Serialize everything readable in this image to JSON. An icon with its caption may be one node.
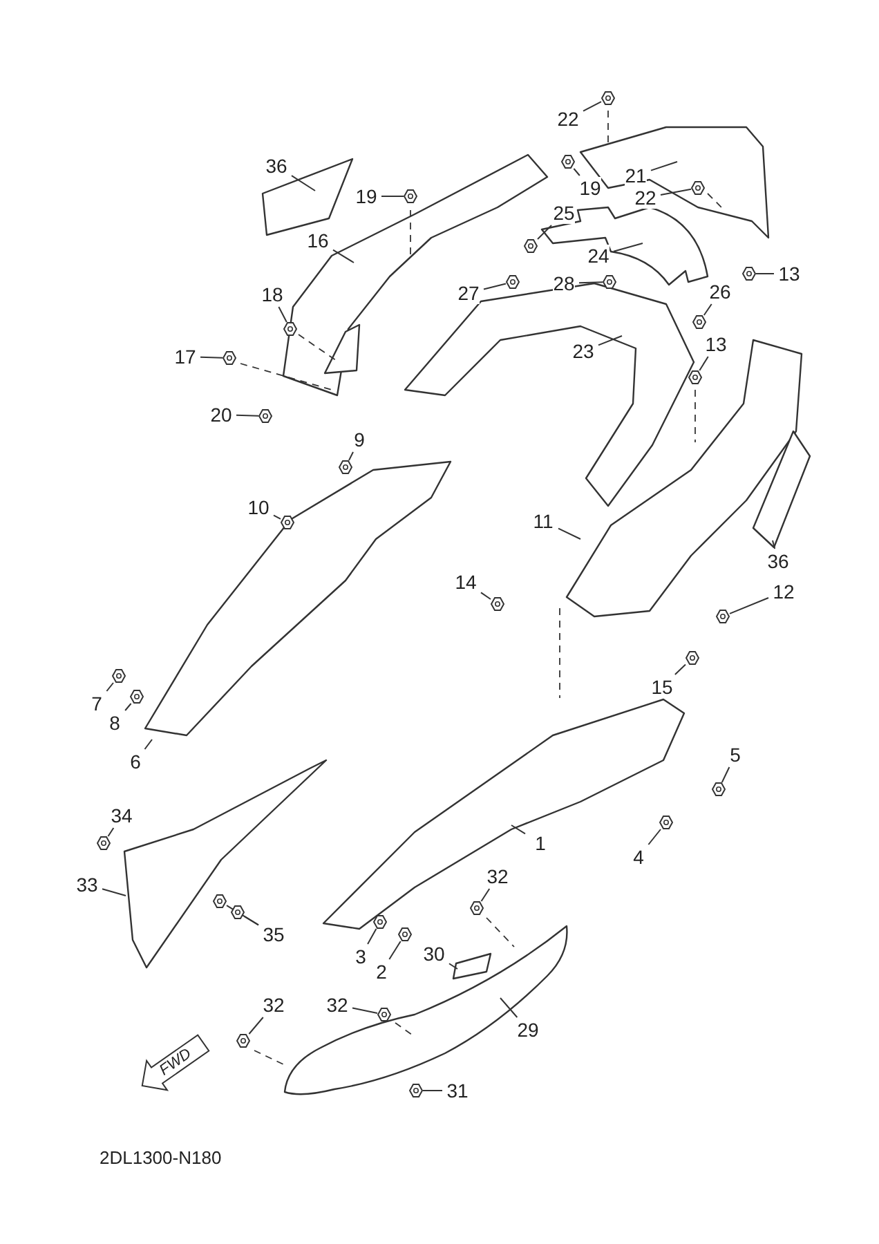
{
  "diagram": {
    "nodes": [
      {
        "text": [
          "36"
        ]
      },
      {
        "text": [
          "19"
        ]
      },
      {
        "text": [
          "16"
        ]
      },
      {
        "text": [
          "18"
        ]
      },
      {
        "text": [
          "17"
        ]
      },
      {
        "text": [
          "20"
        ]
      },
      {
        "text": [
          "22"
        ]
      },
      {
        "text": [
          "19"
        ]
      },
      {
        "text": [
          "21"
        ]
      },
      {
        "text": [
          "22"
        ]
      },
      {
        "text": [
          "25"
        ]
      },
      {
        "text": [
          "24"
        ]
      },
      {
        "text": [
          "27"
        ]
      },
      {
        "text": [
          "28"
        ]
      },
      {
        "text": [
          "26"
        ]
      },
      {
        "text": [
          "13"
        ]
      },
      {
        "text": [
          "13"
        ]
      },
      {
        "text": [
          "23"
        ]
      },
      {
        "text": [
          "9"
        ]
      },
      {
        "text": [
          "10"
        ]
      },
      {
        "text": [
          "11"
        ]
      },
      {
        "text": [
          "14"
        ]
      },
      {
        "text": [
          "12"
        ]
      },
      {
        "text": [
          "36"
        ]
      },
      {
        "text": [
          "15"
        ]
      },
      {
        "text": [
          "7"
        ]
      },
      {
        "text": [
          "8"
        ]
      },
      {
        "text": [
          "6"
        ]
      },
      {
        "text": [
          "5"
        ]
      },
      {
        "text": [
          "4"
        ]
      },
      {
        "text": [
          "1"
        ]
      },
      {
        "text": [
          "34"
        ]
      },
      {
        "text": [
          "33"
        ]
      },
      {
        "text": [
          "35"
        ]
      },
      {
        "text": [
          "32"
        ]
      },
      {
        "text": [
          "3"
        ]
      },
      {
        "text": [
          "2"
        ]
      },
      {
        "text": [
          "30"
        ]
      },
      {
        "text": [
          "32"
        ]
      },
      {
        "text": [
          "32"
        ]
      },
      {
        "text": [
          "29"
        ]
      },
      {
        "text": [
          "31"
        ]
      },
      {
        "text": [
          "FWD"
        ]
      },
      {
        "text": [],
        "shape": "picture"
      },
      {
        "text": [],
        "shape": "picture"
      },
      {
        "text": [],
        "shape": "picture"
      },
      {
        "text": [],
        "shape": "picture"
      },
      {
        "text": [],
        "shape": "picture"
      },
      {
        "text": [],
        "shape": "picture"
      },
      {
        "text": [],
        "shape": "picture"
      },
      {
        "text": [],
        "shape": "picture"
      },
      {
        "text": [],
        "shape": "picture"
      },
      {
        "text": [],
        "shape": "picture"
      },
      {
        "text": [],
        "shape": "picture"
      },
      {
        "text": [],
        "shape": "picture"
      },
      {
        "text": [],
        "shape": "picture"
      },
      {
        "text": [],
        "shape": "picture"
      },
      {
        "text": [],
        "shape": "picture"
      },
      {
        "text": [],
        "shape": "picture"
      },
      {
        "text": [],
        "shape": "picture"
      },
      {
        "text": [],
        "shape": "picture"
      },
      {
        "text": [],
        "shape": "picture"
      },
      {
        "text": [],
        "shape": "picture"
      },
      {
        "text": [],
        "shape": "picture"
      },
      {
        "text": [],
        "shape": "picture"
      },
      {
        "text": [],
        "shape": "picture"
      },
      {
        "text": [],
        "shape": "picture"
      },
      {
        "text": [],
        "shape": "picture"
      },
      {
        "text": [],
        "shape": "picture"
      },
      {
        "text": [],
        "shape": "picture"
      },
      {
        "text": [],
        "shape": "picture"
      },
      {
        "text": [],
        "shape": "picture"
      },
      {
        "text": [],
        "shape": "picture"
      },
      {
        "text": [],
        "shape": "picture"
      }
    ],
    "edges": [
      {
        "from": 0,
        "to": null,
        "arrow": "none"
      },
      {
        "from": 1,
        "to": 43,
        "arrow": "none"
      },
      {
        "from": 2,
        "to": null,
        "arrow": "none"
      },
      {
        "from": 3,
        "to": 44,
        "arrow": "none"
      },
      {
        "from": 4,
        "to": 45,
        "arrow": "none"
      },
      {
        "from": 5,
        "to": 46,
        "arrow": "none"
      },
      {
        "from": 6,
        "to": 47,
        "arrow": "none"
      },
      {
        "from": 7,
        "to": 48,
        "arrow": "none"
      },
      {
        "from": 8,
        "to": null,
        "arrow": "none"
      },
      {
        "from": 9,
        "to": 49,
        "arrow": "none"
      },
      {
        "from": 10,
        "to": 50,
        "arrow": "none"
      },
      {
        "from": 11,
        "to": null,
        "arrow": "none"
      },
      {
        "from": 12,
        "to": 51,
        "arrow": "none"
      },
      {
        "from": 13,
        "to": 52,
        "arrow": "none"
      },
      {
        "from": 14,
        "to": 53,
        "arrow": "none"
      },
      {
        "from": 15,
        "to": 54,
        "arrow": "none"
      },
      {
        "from": 16,
        "to": 55,
        "arrow": "none"
      },
      {
        "from": 17,
        "to": null,
        "arrow": "none"
      },
      {
        "from": 18,
        "to": 56,
        "arrow": "none"
      },
      {
        "from": 19,
        "to": 57,
        "arrow": "none"
      },
      {
        "from": 20,
        "to": null,
        "arrow": "none"
      },
      {
        "from": 21,
        "to": 58,
        "arrow": "none"
      },
      {
        "from": 22,
        "to": 59,
        "arrow": "none"
      },
      {
        "from": 23,
        "to": null,
        "arrow": "none"
      },
      {
        "from": 24,
        "to": 60,
        "arrow": "none"
      },
      {
        "from": 25,
        "to": 61,
        "arrow": "none"
      },
      {
        "from": 26,
        "to": 62,
        "arrow": "none"
      },
      {
        "from": 27,
        "to": null,
        "arrow": "none"
      },
      {
        "from": 28,
        "to": 63,
        "arrow": "none"
      },
      {
        "from": 29,
        "to": 64,
        "arrow": "none"
      },
      {
        "from": 30,
        "to": null,
        "arrow": "none"
      },
      {
        "from": 31,
        "to": 65,
        "arrow": "none"
      },
      {
        "from": 32,
        "to": null,
        "arrow": "none"
      },
      {
        "from": 33,
        "to": 66,
        "arrow": "none"
      },
      {
        "from": 33,
        "to": 67,
        "arrow": "none"
      },
      {
        "from": 34,
        "to": 68,
        "arrow": "none"
      },
      {
        "from": 35,
        "to": 69,
        "arrow": "none"
      },
      {
        "from": 36,
        "to": 70,
        "arrow": "none"
      },
      {
        "from": 37,
        "to": null,
        "arrow": "none"
      },
      {
        "from": 38,
        "to": 71,
        "arrow": "none"
      },
      {
        "from": 39,
        "to": 72,
        "arrow": "none"
      },
      {
        "from": 40,
        "to": null,
        "arrow": "none"
      },
      {
        "from": 41,
        "to": 73,
        "arrow": "none"
      }
    ],
    "labels": [
      "2DL1300-N180"
    ]
  }
}
